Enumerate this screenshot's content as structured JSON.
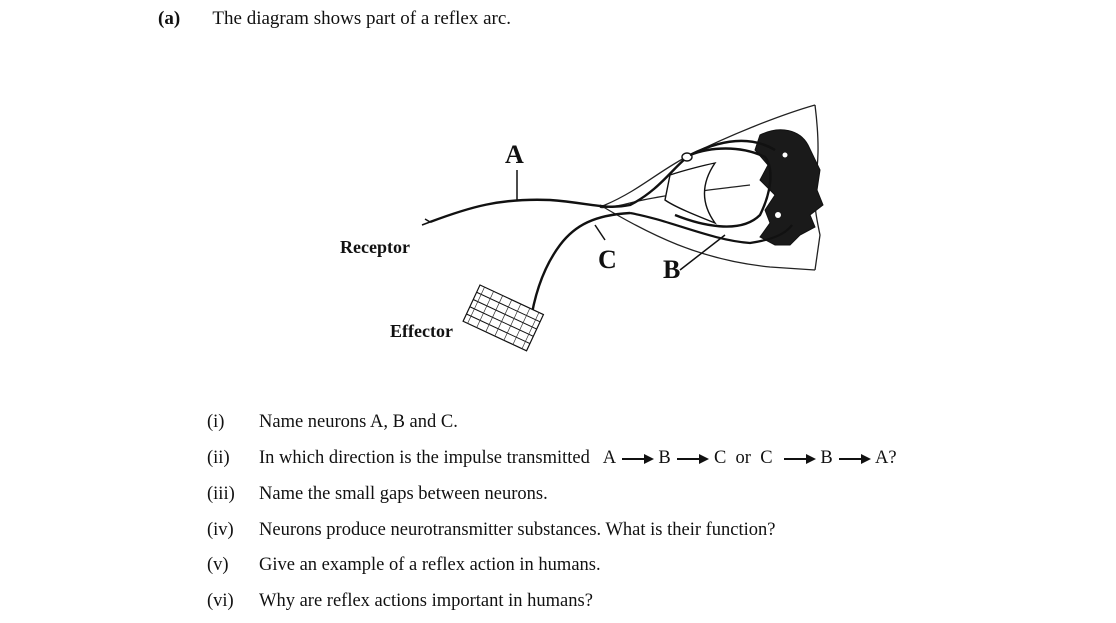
{
  "heading": {
    "part": "(a)",
    "text": "The diagram shows part of a reflex arc."
  },
  "diagram": {
    "labels": {
      "receptor": "Receptor",
      "effector": "Effector",
      "a": "A",
      "b": "B",
      "c": "C"
    }
  },
  "questions": [
    {
      "num": "(i)",
      "text": "Name neurons A, B and C."
    },
    {
      "num": "(ii)",
      "text": "In which direction is the impulse transmitted",
      "options": {
        "a1": "A",
        "b1": "B",
        "c1": "C",
        "or": "or",
        "c2": "C",
        "b2": "B",
        "a2": "A?"
      }
    },
    {
      "num": "(iii)",
      "text": "Name the small gaps between neurons."
    },
    {
      "num": "(iv)",
      "text": "Neurons produce neurotransmitter substances.  What is their function?"
    },
    {
      "num": "(v)",
      "text": "Give an example of a reflex action in humans."
    },
    {
      "num": "(vi)",
      "text": "Why are reflex actions important in humans?"
    }
  ]
}
